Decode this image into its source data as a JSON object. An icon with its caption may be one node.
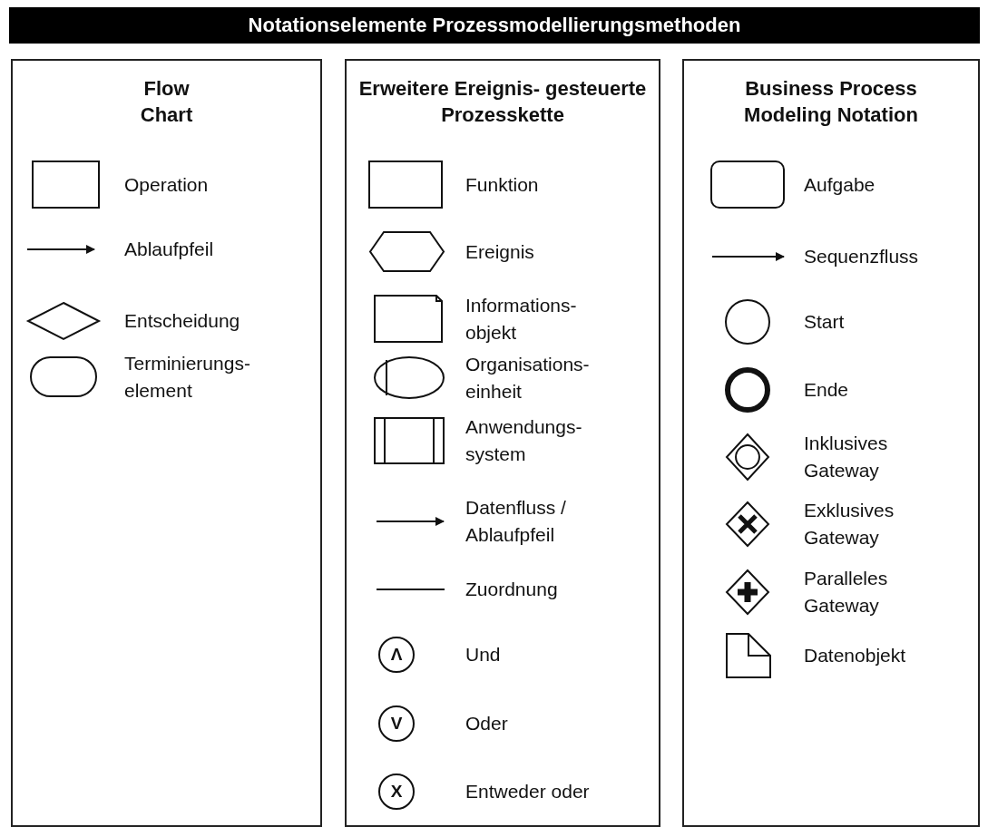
{
  "diagram": {
    "title": "Notationselemente Prozessmodellierungsmethoden",
    "nodes": [
      {
        "text": [
          "Flow Chart"
        ]
      },
      {
        "text": [],
        "shape": "box",
        "beside": [
          "Operation"
        ],
        "in": 0
      },
      {
        "text": [],
        "shape": "arrow",
        "beside": [
          "Ablaufpfeil"
        ],
        "in": 0
      },
      {
        "text": [],
        "shape": "diamond",
        "beside": [
          "Entscheidung"
        ],
        "in": 0
      },
      {
        "text": [],
        "shape": "oval",
        "beside": [
          "Terminierungs- element"
        ],
        "in": 0
      },
      {
        "text": [
          "Erweitere Ereignis- gesteuerte Prozesskette"
        ]
      },
      {
        "text": [],
        "shape": "box",
        "beside": [
          "Funktion"
        ],
        "in": 5
      },
      {
        "text": [],
        "shape": "hexagon",
        "beside": [
          "Ereignis"
        ],
        "in": 5
      },
      {
        "text": [],
        "shape": "document",
        "beside": [
          "Informations- objekt"
        ],
        "in": 5
      },
      {
        "text": [],
        "shape": "ellipse",
        "beside": [
          "Organisations- einheit"
        ],
        "in": 5
      },
      {
        "text": [],
        "shape": "box",
        "beside": [
          "Anwendungs- system"
        ],
        "in": 5
      },
      {
        "text": [],
        "shape": "arrow",
        "beside": [
          "Datenfluss / Ablaufpfeil"
        ],
        "in": 5
      },
      {
        "text": [],
        "shape": "line",
        "beside": [
          "Zuordnung"
        ],
        "in": 5
      },
      {
        "text": [
          "Λ"
        ],
        "beside": [
          "Und"
        ],
        "in": 5
      },
      {
        "text": [
          "V"
        ],
        "beside": [
          "Oder"
        ],
        "in": 5
      },
      {
        "text": [
          "X"
        ],
        "beside": [
          "Entweder oder"
        ],
        "in": 5
      },
      {
        "text": [
          "Business Process Modeling Notation"
        ]
      },
      {
        "text": [],
        "shape": "box",
        "beside": [
          "Aufgabe"
        ],
        "in": 16
      },
      {
        "text": [],
        "shape": "arrow",
        "beside": [
          "Sequenzfluss"
        ],
        "in": 16
      },
      {
        "text": [],
        "shape": "circle",
        "beside": [
          "Start"
        ],
        "in": 16
      },
      {
        "text": [],
        "shape": "circle",
        "beside": [
          "Ende"
        ],
        "in": 16
      },
      {
        "text": [],
        "shape": "diamond",
        "beside": [
          "Inklusives Gateway"
        ],
        "in": 16
      },
      {
        "text": [],
        "shape": "diamond",
        "beside": [
          "Exklusives Gateway"
        ],
        "in": 16
      },
      {
        "text": [],
        "shape": "diamond",
        "beside": [
          "Paralleles Gateway"
        ],
        "in": 16
      },
      {
        "text": [],
        "shape": "document",
        "beside": [
          "Datenobjekt"
        ],
        "in": 16
      }
    ],
    "edges": []
  }
}
